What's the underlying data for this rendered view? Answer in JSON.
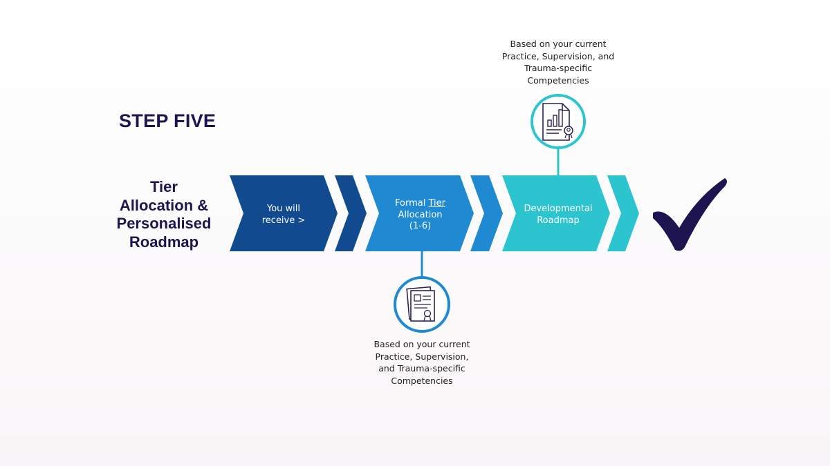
{
  "heading": {
    "step": "STEP FIVE",
    "title_lines": [
      "Tier",
      "Allocation &",
      "Personalised",
      "Roadmap"
    ]
  },
  "stages": [
    {
      "lines": [
        "You will",
        "receive >"
      ],
      "color": "#124a90"
    },
    {
      "line1_prefix": "Formal ",
      "line1_underlined": "Tier",
      "lines_rest": [
        "Allocation",
        "(1-6)"
      ],
      "color": "#1f8ad1"
    },
    {
      "lines": [
        "Developmental",
        "Roadmap"
      ],
      "color": "#2cc4cf"
    }
  ],
  "notes": {
    "top": [
      "Based on your current",
      "Practice, Supervision, and",
      "Trauma-specific",
      "Competencies"
    ],
    "bottom": [
      "Based on your current",
      "Practice, Supervision,",
      "and Trauma-specific",
      "Competencies"
    ]
  },
  "icons": {
    "top": "report-chart-icon",
    "bottom": "certificate-icon",
    "end": "checkmark-icon"
  },
  "colors": {
    "heading_text": "#1e1550",
    "stage_dark_blue": "#124a90",
    "stage_mid_blue": "#1f8ad1",
    "stage_teal": "#2cc4cf",
    "icon_stroke": "#2b2255",
    "checkmark": "#1e1550"
  }
}
